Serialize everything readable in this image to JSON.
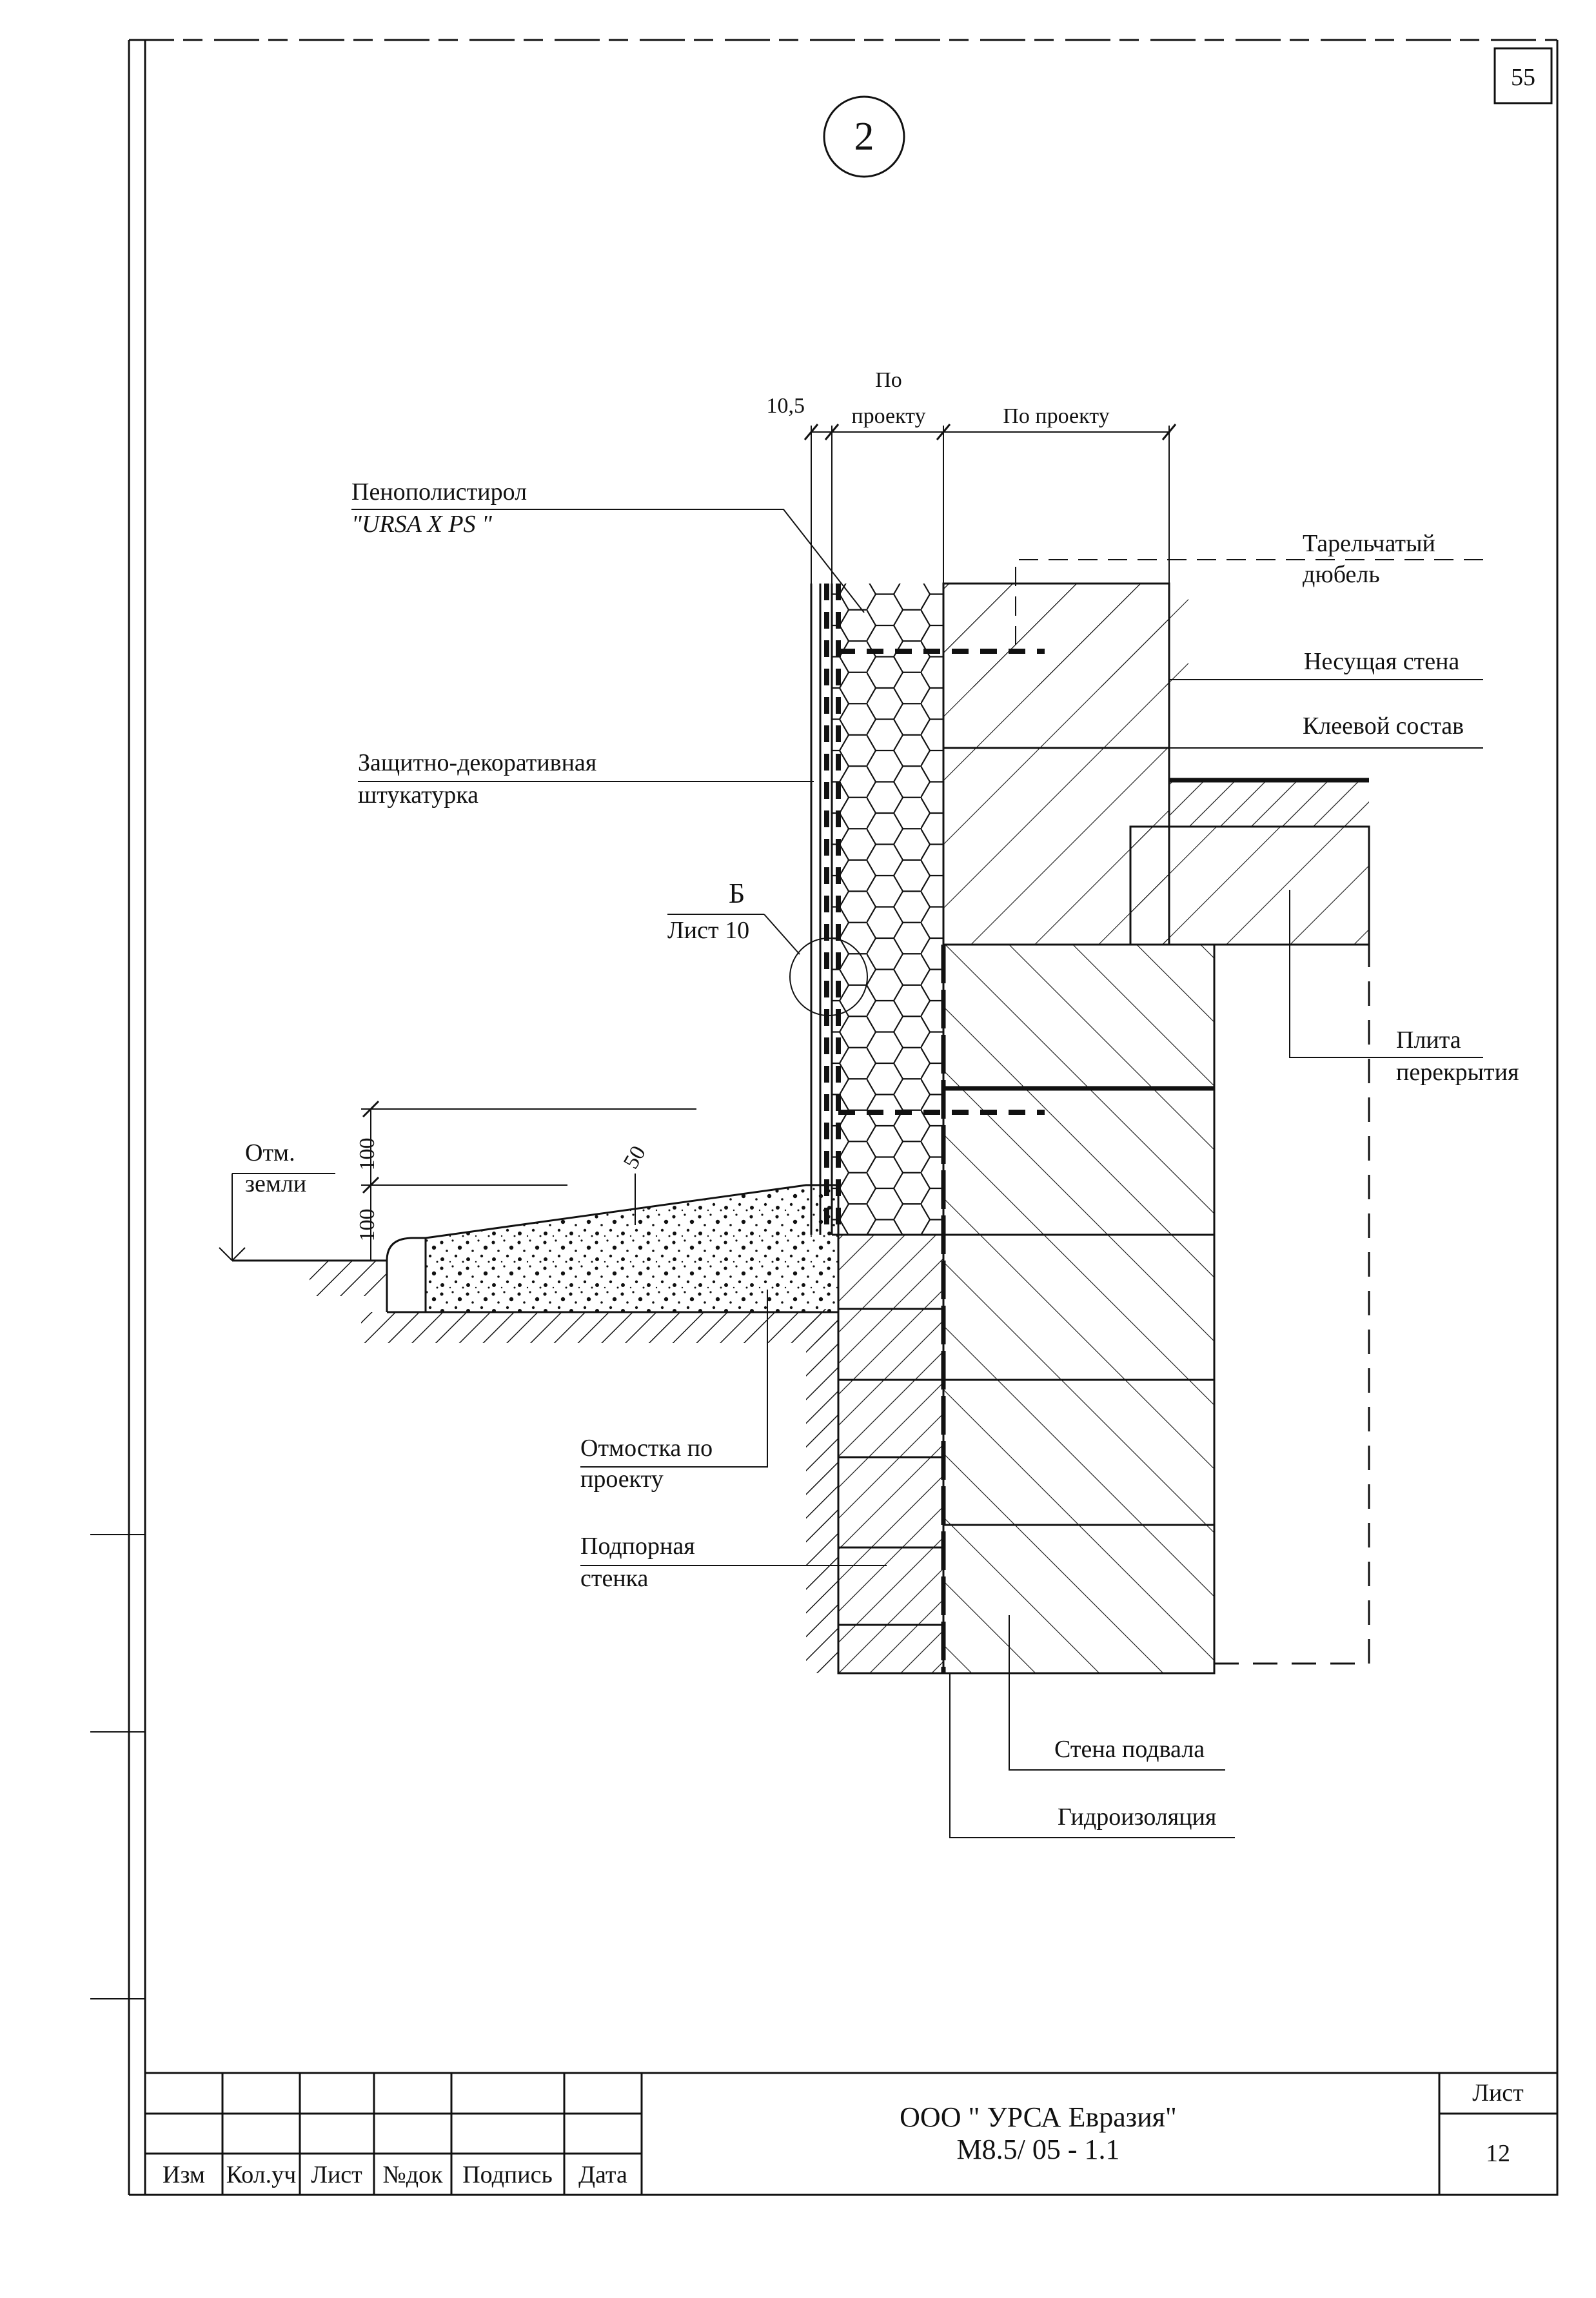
{
  "sheet": {
    "corner_number": "55",
    "detail_number": "2"
  },
  "dimensions": {
    "d_10_5": "10,5",
    "po_top": "По",
    "po_bottom": "проекту",
    "po_proektu": "По проекту",
    "d_100_upper": "100",
    "d_100_lower": "100",
    "d_50": "50"
  },
  "labels": {
    "foam_line1": "Пенополистирол",
    "foam_line2": "\"URSA X PS \"",
    "dowel_line1": "Тарельчатый",
    "dowel_line2": "дюбель",
    "bearing_wall": "Несущая стена",
    "adhesive": "Клеевой состав",
    "plaster_line1": "Защитно-декоративная",
    "plaster_line2": "штукатурка",
    "callout_letter": "Б",
    "callout_sheet": "Лист 10",
    "slab_line1": "Плита",
    "slab_line2": "перекрытия",
    "ground_line1": "Отм.",
    "ground_line2": "земли",
    "blind_line1": "Отмостка по",
    "blind_line2": "проекту",
    "retain_line1": "Подпорная",
    "retain_line2": "стенка",
    "basement_wall": "Стена подвала",
    "waterproofing": "Гидроизоляция"
  },
  "title_block": {
    "columns": [
      "Изм",
      "Кол.уч",
      "Лист",
      "№док",
      "Подпись",
      "Дата"
    ],
    "company": "ООО \" УРСА Евразия\"",
    "code": "М8.5/ 05 - 1.1",
    "sheet_label": "Лист",
    "sheet_number": "12"
  }
}
